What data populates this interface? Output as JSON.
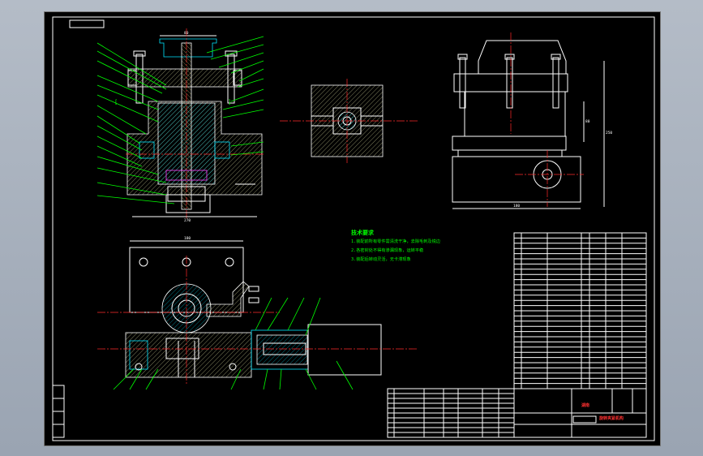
{
  "technical_notes": {
    "title": "技术要求",
    "items": [
      "1.装配前所有零件需清洗干净，去除毛刺及锐边",
      "2.各密封处不得有渗漏现象，运转平稳",
      "3.装配后转动灵活，无卡滞现象"
    ]
  },
  "title_block": {
    "drawing_name": "旋转夹紧机构",
    "school": "湖南"
  },
  "dimensions": {
    "top_width": "80",
    "bottom_width": "270",
    "plan_width": "180",
    "side_height": "250",
    "side_height_inner": "80",
    "side_width": "180"
  },
  "colors": {
    "background": "#000000",
    "outline": "#ffffff",
    "hatch": "#00e5ff",
    "centerline": "#ff2a2a",
    "leader": "#00ff00",
    "accent": "#ff40ff"
  }
}
